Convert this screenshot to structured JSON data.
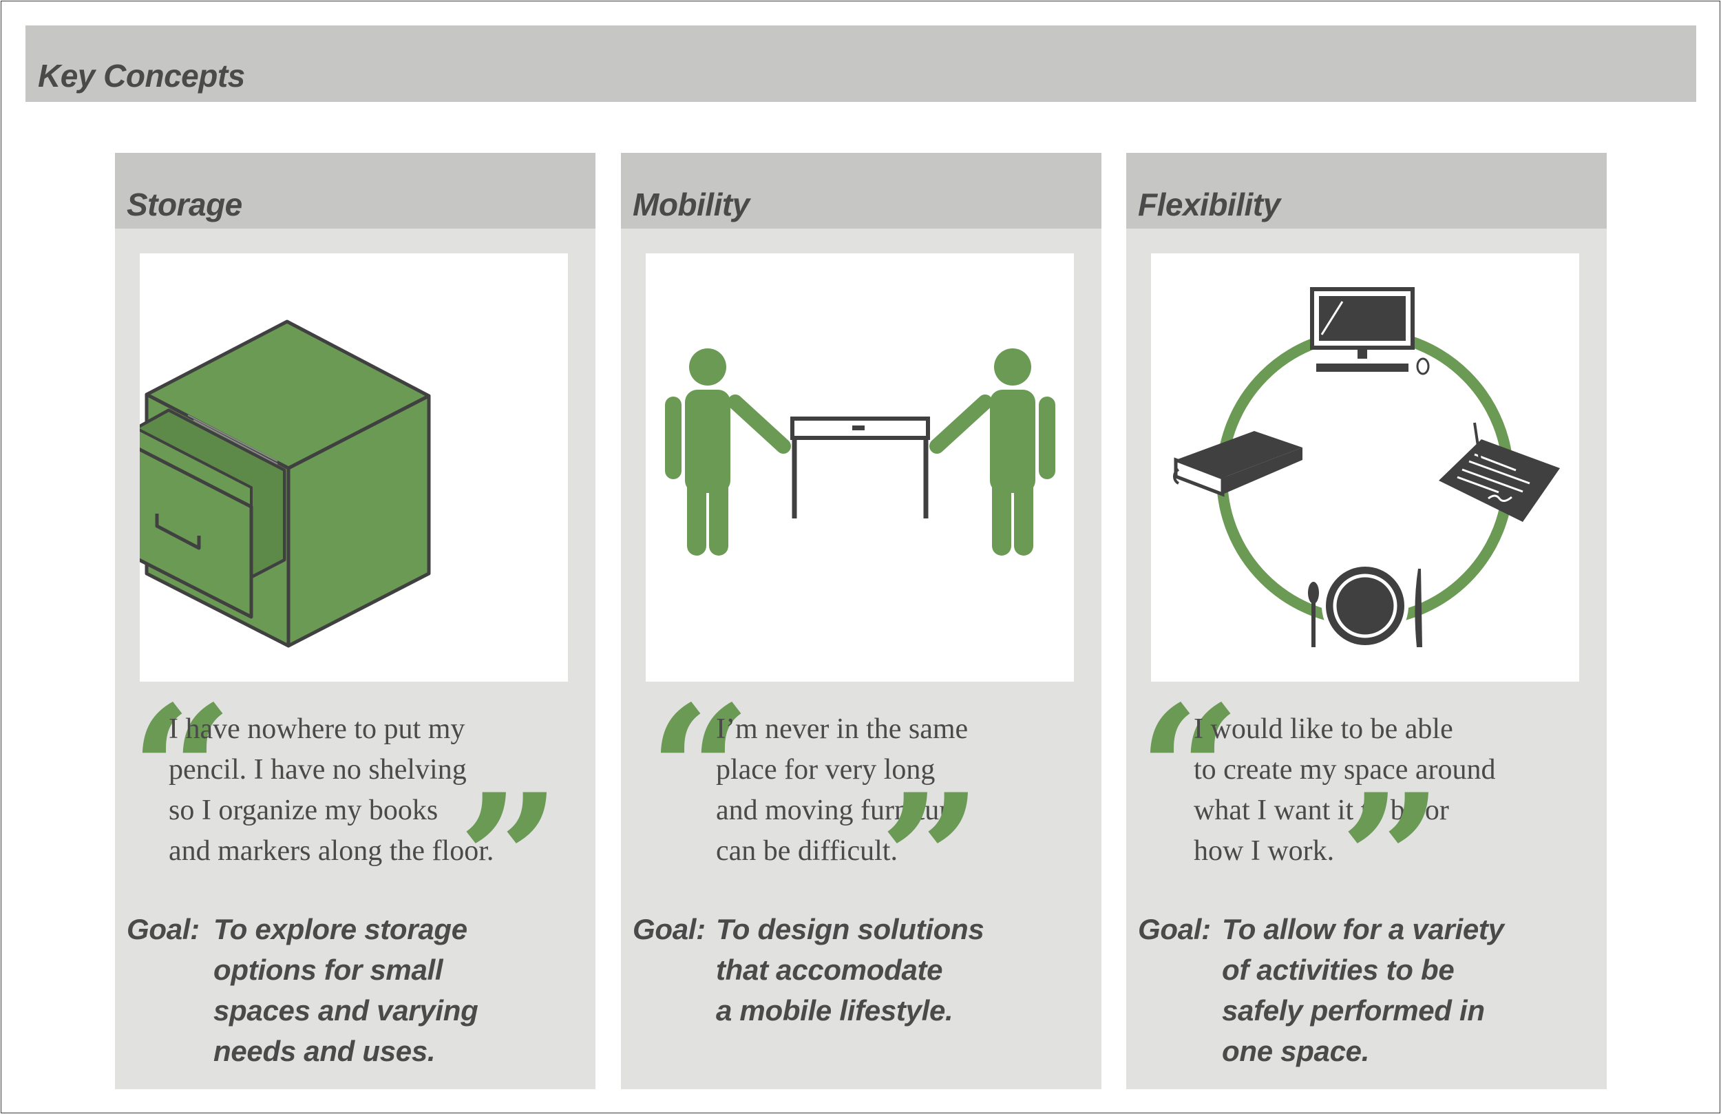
{
  "header": {
    "title": "Key Concepts"
  },
  "cards": [
    {
      "title": "Storage",
      "icon": "filing-cabinet-icon",
      "quote_lines": [
        "I have nowhere to put my",
        "pencil.  I have no shelving",
        "so I organize my books",
        "and markers along the floor."
      ],
      "goal_label": "Goal:",
      "goal_lines": [
        "To explore storage",
        "options for small",
        "spaces and varying",
        "needs and uses."
      ]
    },
    {
      "title": "Mobility",
      "icon": "people-carrying-table-icon",
      "quote_lines": [
        "I’m never in the same",
        "place for very long",
        "and moving furniture",
        "can be difficult."
      ],
      "goal_label": "Goal:",
      "goal_lines": [
        "To design solutions",
        "that accomodate",
        "a mobile lifestyle."
      ]
    },
    {
      "title": "Flexibility",
      "icon": "activities-cycle-icon",
      "quote_lines": [
        "I would like to be able",
        "to create my space around",
        "what I want it to be or",
        "how I work."
      ],
      "goal_label": "Goal:",
      "goal_lines": [
        "To allow for a variety",
        "of activities to be",
        "safely performed in",
        "one space."
      ]
    }
  ],
  "colors": {
    "accent_green": "#6b9a55",
    "dark_gray": "#4a4a4a",
    "panel_gray": "#e1e1e0",
    "header_gray": "#c6c6c4"
  }
}
